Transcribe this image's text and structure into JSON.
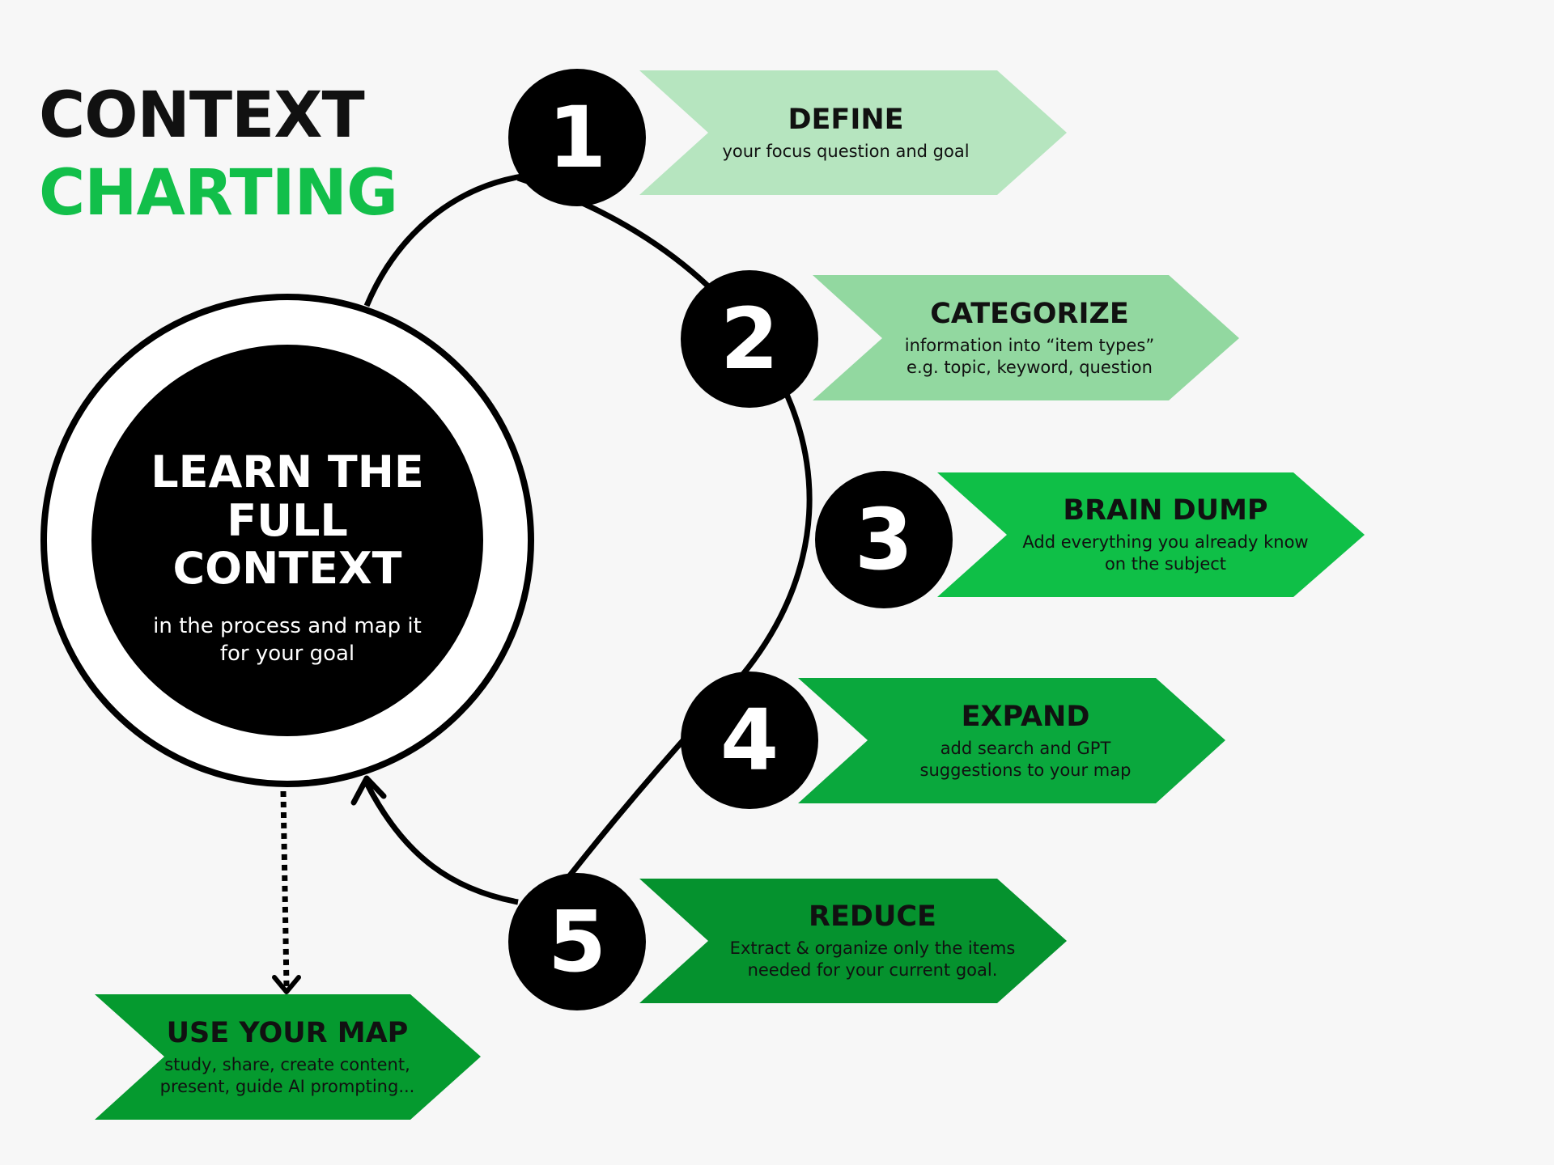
{
  "title": {
    "line1": "CONTEXT",
    "line2": "CHARTING"
  },
  "center": {
    "title_lines": [
      "LEARN THE",
      "FULL",
      "CONTEXT"
    ],
    "subtitle_lines": [
      "in the process and map it",
      "for your goal"
    ]
  },
  "steps": [
    {
      "number": "1",
      "title": "DEFINE",
      "lines": [
        "your focus question and goal"
      ],
      "color": "#b6e5bf"
    },
    {
      "number": "2",
      "title": "CATEGORIZE",
      "lines": [
        "information into “item types”",
        "e.g. topic, keyword, question"
      ],
      "color": "#92d8a0"
    },
    {
      "number": "3",
      "title": "BRAIN DUMP",
      "lines": [
        "Add everything you already know",
        "on the subject"
      ],
      "color": "#0fbf47"
    },
    {
      "number": "4",
      "title": "EXPAND",
      "lines": [
        "add search and GPT",
        "suggestions to your map"
      ],
      "color": "#0aa83d"
    },
    {
      "number": "5",
      "title": "REDUCE",
      "lines": [
        "Extract & organize only the items",
        "needed for your current goal."
      ],
      "color": "#05922e"
    }
  ],
  "output": {
    "title": "USE YOUR MAP",
    "lines": [
      "study, share, create content,",
      "present, guide AI prompting..."
    ],
    "color": "#059a2f"
  },
  "colors": {
    "background": "#f7f7f7",
    "black": "#000000",
    "title_green": "#12bf4a"
  }
}
